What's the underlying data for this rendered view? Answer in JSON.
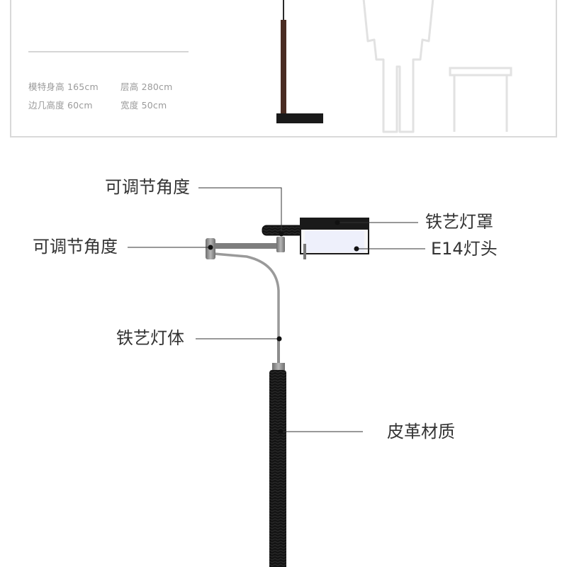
{
  "specs": {
    "model_height": "模特身高 165cm",
    "floor_height": "层高 280cm",
    "table_height": "边几高度 60cm",
    "width": "宽度 50cm"
  },
  "callouts": {
    "adjust_angle_top": "可调节角度",
    "adjust_angle_side": "可调节角度",
    "iron_shade": "铁艺灯罩",
    "e14_socket": "E14灯头",
    "iron_body": "铁艺灯体",
    "leather": "皮革材质"
  },
  "colors": {
    "shade": "#1a1a1a",
    "bulb_face": "#eef0fb",
    "pole": "#151515",
    "steel": "#8c8c8c",
    "label_text": "#333333"
  }
}
